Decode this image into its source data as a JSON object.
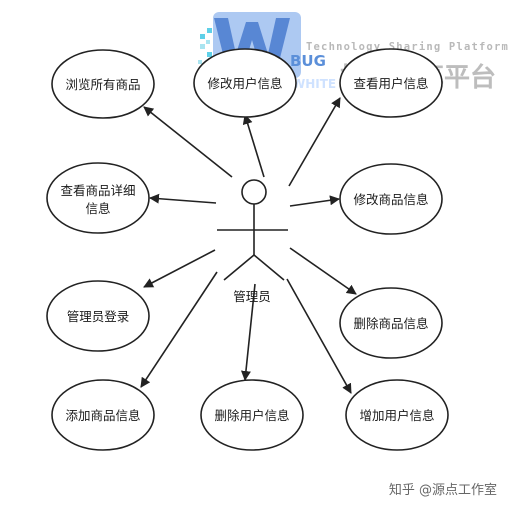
{
  "watermark": {
    "subtitle": "Technology Sharing Platform",
    "brand_top": "BUG",
    "brand_bottom": "WHITE",
    "chinese_title": "技术共享平台",
    "colors": {
      "logo_blue": "#4f7fd0",
      "logo_light": "#9fc0f0",
      "logo_cyan": "#5fd0e8",
      "text_grey": "#bdbdbd"
    }
  },
  "actor": {
    "label": "管理员"
  },
  "use_cases": [
    {
      "id": "browse",
      "lines": [
        "浏览所有商品"
      ]
    },
    {
      "id": "edit-user",
      "lines": [
        "修改用户信息"
      ]
    },
    {
      "id": "view-user",
      "lines": [
        "查看用户信息"
      ]
    },
    {
      "id": "view-detail",
      "lines": [
        "查看商品详细",
        "信息"
      ]
    },
    {
      "id": "edit-product",
      "lines": [
        "修改商品信息"
      ]
    },
    {
      "id": "admin-login",
      "lines": [
        "管理员登录"
      ]
    },
    {
      "id": "delete-product",
      "lines": [
        "删除商品信息"
      ]
    },
    {
      "id": "add-product",
      "lines": [
        "添加商品信息"
      ]
    },
    {
      "id": "delete-user",
      "lines": [
        "删除用户信息"
      ]
    },
    {
      "id": "add-user",
      "lines": [
        "增加用户信息"
      ]
    }
  ],
  "footer": {
    "credit": "知乎 @源点工作室"
  },
  "colors": {
    "stroke": "#222222",
    "fill": "#ffffff",
    "text": "#1a1a1a"
  }
}
